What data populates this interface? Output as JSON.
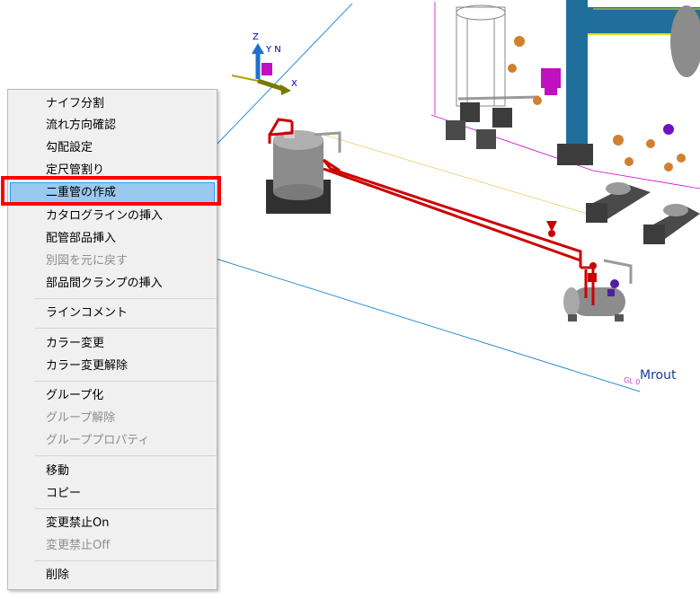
{
  "context_menu": {
    "items": [
      {
        "label": "ナイフ分割",
        "enabled": true
      },
      {
        "label": "流れ方向確認",
        "enabled": true
      },
      {
        "label": "勾配設定",
        "enabled": true
      },
      {
        "label": "定尺管割り",
        "enabled": true
      },
      {
        "label": "二重管の作成",
        "enabled": true,
        "highlighted": true
      },
      {
        "label": "カタログラインの挿入",
        "enabled": true
      },
      {
        "label": "配管部品挿入",
        "enabled": true
      },
      {
        "label": "別図を元に戻す",
        "enabled": false
      },
      {
        "label": "部品間クランプの挿入",
        "enabled": true
      },
      {
        "label": "ラインコメント",
        "enabled": true
      },
      {
        "label": "カラー変更",
        "enabled": true
      },
      {
        "label": "カラー変更解除",
        "enabled": true
      },
      {
        "label": "グループ化",
        "enabled": true
      },
      {
        "label": "グループ解除",
        "enabled": false
      },
      {
        "label": "グループプロパティ",
        "enabled": false
      },
      {
        "label": "移動",
        "enabled": true
      },
      {
        "label": "コピー",
        "enabled": true
      },
      {
        "label": "変更禁止On",
        "enabled": true
      },
      {
        "label": "変更禁止Off",
        "enabled": false
      },
      {
        "label": "削除",
        "enabled": true
      }
    ]
  },
  "viewport": {
    "route_label": "Mrout",
    "gl_label": "GL 0",
    "axis_labels": {
      "z": "Z",
      "y": "Y N",
      "x": "X"
    }
  },
  "colors": {
    "pipe_red": "#cc0000",
    "highlight_frame": "#ff0000",
    "menu_highlight": "#99c9ef",
    "structure_blue": "#1f6f9a",
    "valve_orange": "#d08030",
    "valve_magenta": "#c010c0",
    "grid_line": "#2a8fd0"
  }
}
